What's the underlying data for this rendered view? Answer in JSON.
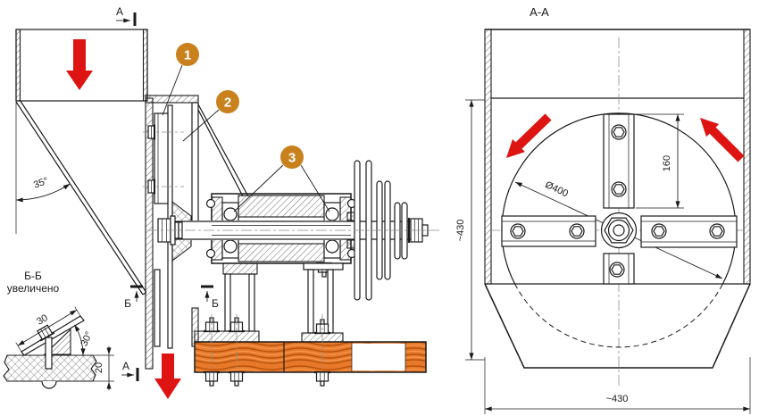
{
  "drawing": {
    "type": "technical-assembly-drawing",
    "views": {
      "section_aa_title": "А-А",
      "detail_bb": {
        "title": "Б-Б",
        "subtitle": "увеличено",
        "blade_length": "30",
        "blade_angle": "30°",
        "plate_thickness": "20"
      }
    },
    "section_marks": {
      "a": "А",
      "b": "Б"
    },
    "callouts": [
      {
        "number": "1"
      },
      {
        "number": "2"
      },
      {
        "number": "3"
      }
    ],
    "dimensions": {
      "hopper_angle": "35°",
      "knife_length": "160",
      "rotor_diameter": "Ø400",
      "housing_height": "~430",
      "housing_width": "~430"
    },
    "colors": {
      "callout": "#c9811d",
      "arrow_red": "#dd1412",
      "line": "#1a1a1a",
      "wood": "#e8792a",
      "wood_grain": "#b5520c"
    }
  }
}
